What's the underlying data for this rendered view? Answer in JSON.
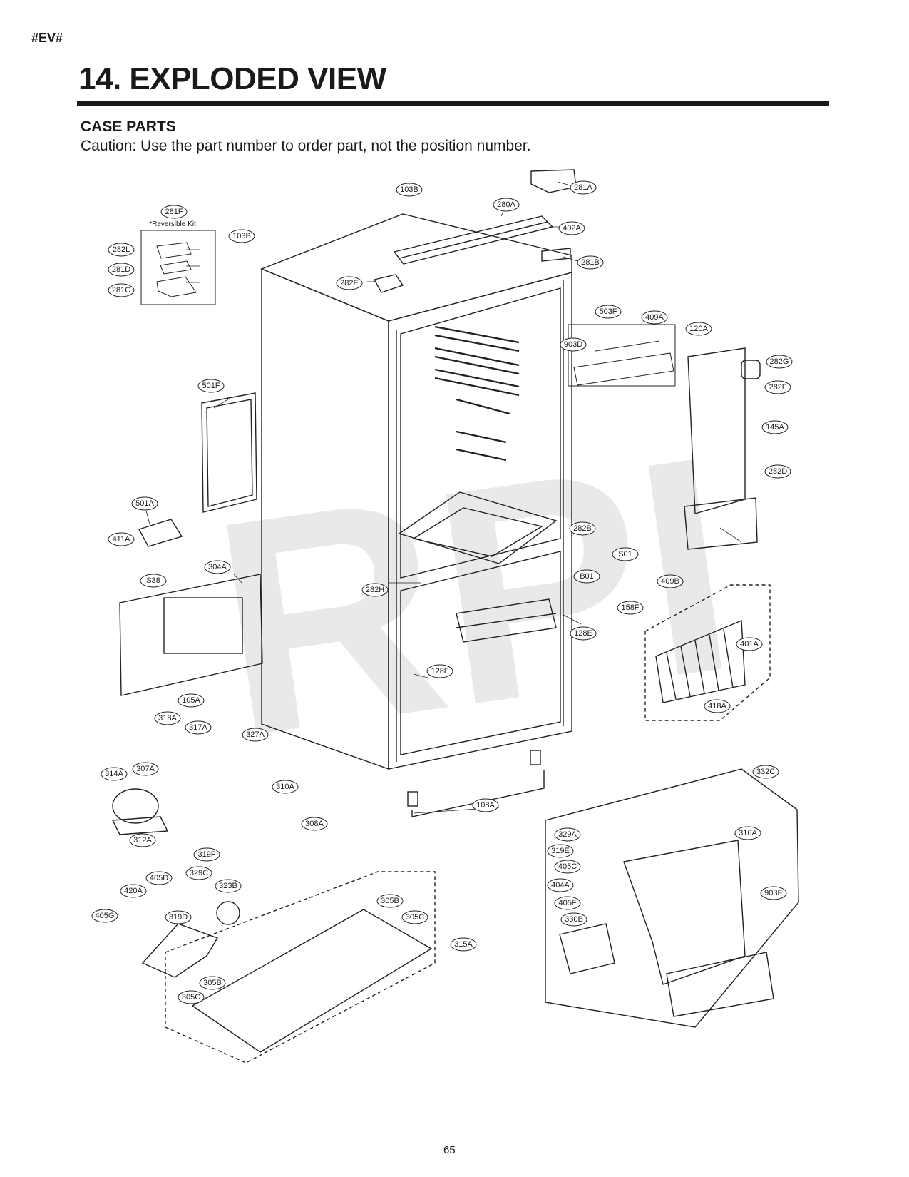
{
  "header": {
    "tag": "#EV#",
    "title": "14. EXPLODED VIEW",
    "subtitle": "CASE PARTS",
    "caution": "Caution: Use the part number to order part, not the position number."
  },
  "watermark": "RPI",
  "kit_label": "*Reversible Kit",
  "page_number": "65",
  "callouts": [
    "281A",
    "103B",
    "280A",
    "402A",
    "281B",
    "281F",
    "103B",
    "282L",
    "281D",
    "281C",
    "282E",
    "503F",
    "409A",
    "903D",
    "120A",
    "282G",
    "282F",
    "145A",
    "282D",
    "501F",
    "501A",
    "411A",
    "S38",
    "304A",
    "282B",
    "S01",
    "B01",
    "409B",
    "158F",
    "282H",
    "128E",
    "401A",
    "128F",
    "418A",
    "105A",
    "318A",
    "317A",
    "327A",
    "314A",
    "307A",
    "310A",
    "308A",
    "312A",
    "319F",
    "332C",
    "108A",
    "316A",
    "329A",
    "319E",
    "405C",
    "404A",
    "405F",
    "903E",
    "330B",
    "405D",
    "329C",
    "323B",
    "420A",
    "405G",
    "319D",
    "305B",
    "305C",
    "315A",
    "305B",
    "305C"
  ]
}
